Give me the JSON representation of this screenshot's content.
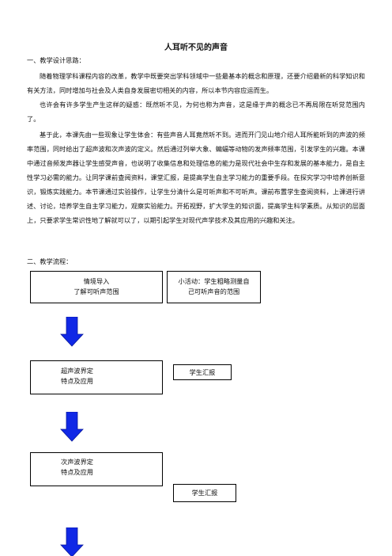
{
  "document": {
    "title": "人耳听不见的声音",
    "section1": {
      "heading": "一、教学设计思路：",
      "paragraphs": [
        "随着物理学科课程内容的改革，教学中既要突出学科领域中一些最基本的概念和原理，还要介绍最新的科学知识和有关方法，同时增加与社会及人类自身发展密切相关的内容，所以本节内容应运而生。",
        "也许会有许多学生产生这样的疑惑：既然听不见，为何也称为声音，这是缘于声的概念已不再局限在听觉范围内了。",
        "基于此，本课先由一些现象让学生体会：有些声音人耳竟然听不到。进而开门见山地介绍人耳所能听到的声波的频率范围，同时给出了超声波和次声波的定义。然后通过列举大象、蝙蝠等动物的发声频率范围，引发学生的兴趣。本课中通过音频发声器让学生感受声音，也说明了收集信息和处理信息的能力是现代社会中生存和发展的基本能力，是自主性学习必需的能力。让同学课前查阅资料，课堂汇报，是提高学生自主学习能力的重要手段。在探究学习中培养创新意识，锻炼实践能力。本节课通过实验操作，让学生分清什么是可听声和不可听声。课前布置学生查阅资料，上课进行讲述、讨论，培养学生自主学习能力，观察实验能力。开拓视野，扩大学生的知识面，提高学生科学素质。从知识的层面上，只要求学生常识性地了解就可以了，以期引起学生对现代声学技术及其应用的兴趣和关注。"
      ]
    },
    "section2": {
      "heading": "二、教学流程："
    }
  },
  "chart_data": {
    "type": "flowchart",
    "nodes": [
      {
        "id": "n1",
        "lines": [
          "情境导入",
          "了解可听声范围"
        ]
      },
      {
        "id": "n2",
        "lines": [
          "小活动：学生粗略测量自",
          "己可听声音的范围"
        ]
      },
      {
        "id": "n3",
        "lines": [
          "超声波界定",
          "特点及应用"
        ]
      },
      {
        "id": "n4",
        "lines": [
          "学生汇报"
        ]
      },
      {
        "id": "n5",
        "lines": [
          "次声波界定",
          "特点及应用"
        ]
      },
      {
        "id": "n6",
        "lines": [
          "学生汇报"
        ]
      }
    ],
    "edges": [
      {
        "from": "n1",
        "to": "n3",
        "style": "block-arrow"
      },
      {
        "from": "n3",
        "to": "n5",
        "style": "block-arrow"
      },
      {
        "from": "n5",
        "to": "next",
        "style": "block-arrow"
      }
    ],
    "colors": {
      "arrow_fill": "#1028e6",
      "arrow_stroke": "#0a1a9a",
      "box_border": "#000000"
    }
  }
}
